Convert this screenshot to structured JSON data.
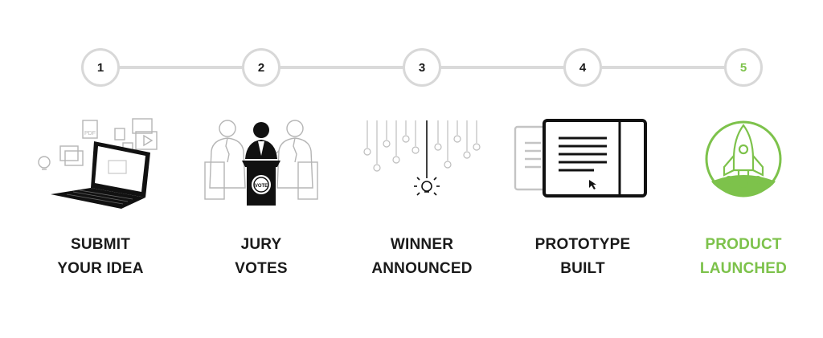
{
  "accent_color": "#7dc24b",
  "steps": [
    {
      "number": "1",
      "line1": "SUBMIT",
      "line2": "YOUR IDEA",
      "icon": "laptop-idea-icon"
    },
    {
      "number": "2",
      "line1": "JURY",
      "line2": "VOTES",
      "icon": "jury-podium-icon"
    },
    {
      "number": "3",
      "line1": "WINNER",
      "line2": "ANNOUNCED",
      "icon": "lightbulbs-icon"
    },
    {
      "number": "4",
      "line1": "PROTOTYPE",
      "line2": "BUILT",
      "icon": "tablet-document-icon"
    },
    {
      "number": "5",
      "line1": "PRODUCT",
      "line2": "LAUNCHED",
      "icon": "rocket-launch-icon",
      "active": true
    }
  ]
}
